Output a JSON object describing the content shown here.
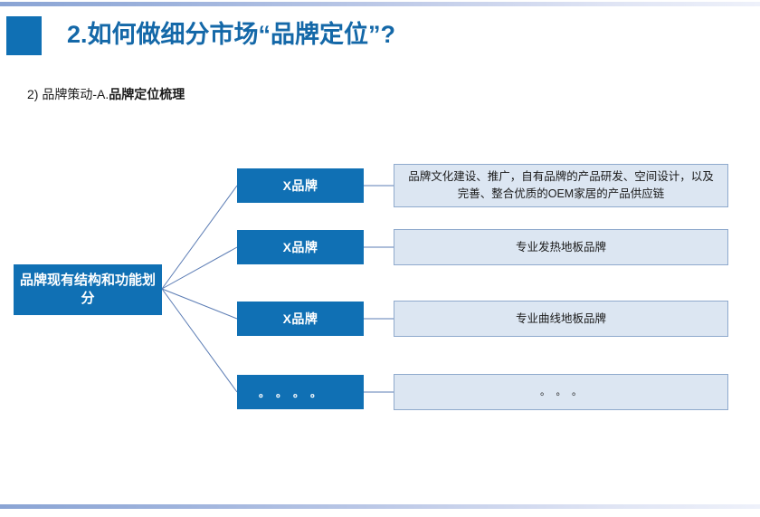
{
  "slide": {
    "title": "2.如何做细分市场“品牌定位”?",
    "subtitle_lead": "2)  品牌策动-A.",
    "subtitle_strong": "品牌定位梳理",
    "accent_color": "#1070b4",
    "title_color": "#1468a8",
    "desc_fill": "#dce6f2",
    "desc_border": "#8faacd"
  },
  "diagram": {
    "root": {
      "label": "品牌现有结构和功能划分"
    },
    "rows": [
      {
        "brand": "X品牌",
        "description": "品牌文化建设、推广，自有品牌的产品研发、空间设计，以及完善、整合优质的OEM家居的产品供应链"
      },
      {
        "brand": "X品牌",
        "description": "专业发热地板品牌"
      },
      {
        "brand": "X品牌",
        "description": "专业曲线地板品牌"
      },
      {
        "brand": "。。。。",
        "description": "。。。"
      }
    ]
  }
}
